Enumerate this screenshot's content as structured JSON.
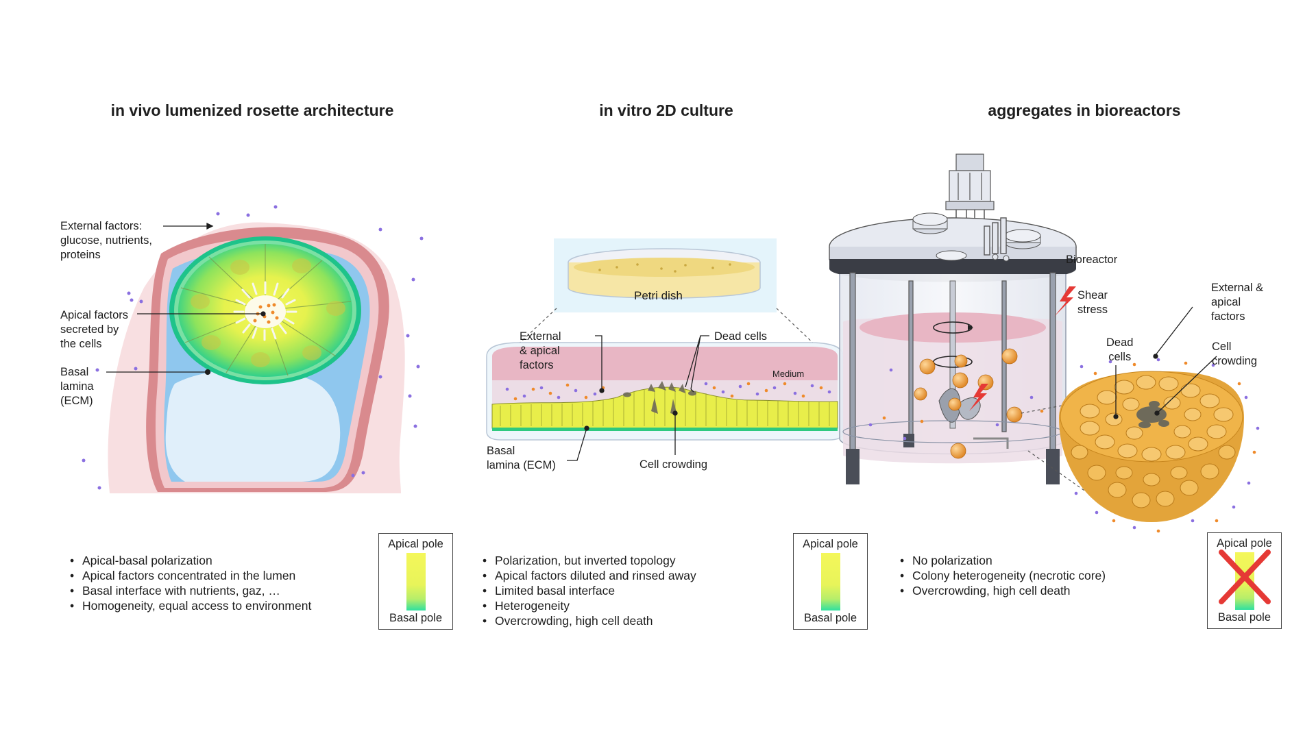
{
  "panels": [
    {
      "title": "in vivo lumenized rosette architecture",
      "labels": {
        "external_factors": [
          "External factors:",
          "glucose, nutrients,",
          "proteins"
        ],
        "apical_factors": [
          "Apical factors",
          "secreted by",
          "the cells"
        ],
        "basal_lamina": [
          "Basal",
          "lamina",
          "(ECM)"
        ]
      },
      "bullets": [
        "Apical-basal polarization",
        "Apical factors concentrated in the lumen",
        "Basal interface with nutrients, gaz, …",
        "Homogeneity, equal access to environment"
      ],
      "legend": {
        "top": "Apical pole",
        "bottom": "Basal pole",
        "crossed": false
      }
    },
    {
      "title": "in vitro 2D culture",
      "labels": {
        "petri_dish": "Petri dish",
        "external_apical": [
          "External",
          "& apical",
          "factors"
        ],
        "dead_cells": "Dead cells",
        "medium": "Medium",
        "basal_lamina": [
          "Basal",
          "lamina (ECM)"
        ],
        "cell_crowding": "Cell crowding"
      },
      "bullets": [
        "Polarization, but inverted topology",
        "Apical factors diluted and rinsed away",
        "Limited basal interface",
        "Heterogeneity",
        "Overcrowding, high cell death"
      ],
      "legend": {
        "top": "Apical pole",
        "bottom": "Basal pole",
        "crossed": false
      }
    },
    {
      "title": "aggregates in bioreactors",
      "labels": {
        "bioreactor": "Bioreactor",
        "shear_stress": [
          "Shear",
          "stress"
        ],
        "external_apical": [
          "External &",
          "apical",
          "factors"
        ],
        "dead_cells": [
          "Dead",
          "cells"
        ],
        "cell_crowding": [
          "Cell",
          "crowding"
        ]
      },
      "bullets": [
        "No polarization",
        "Colony heterogeneity (necrotic core)",
        "Overcrowding, high cell death"
      ],
      "legend": {
        "top": "Apical pole",
        "bottom": "Basal pole",
        "crossed": true
      }
    }
  ],
  "colors": {
    "tissue_pink": "#f8dfe1",
    "outer_ring": "#d98a8e",
    "basal_blue": "#8fc7ee",
    "lumen_blue": "#e0effa",
    "cell_green": "#3fcf7a",
    "cell_yellow": "#eef35a",
    "apical_orange": "#ef8a2a",
    "external_purple": "#8a6fe0",
    "medium_pink": "#e9b8c6",
    "aggregate_orange": "#f0b449",
    "shear_red": "#e53935",
    "cross_red": "#e53935"
  },
  "icons": [
    "lightning-icon",
    "rotation-arrow-icon",
    "cross-icon"
  ]
}
